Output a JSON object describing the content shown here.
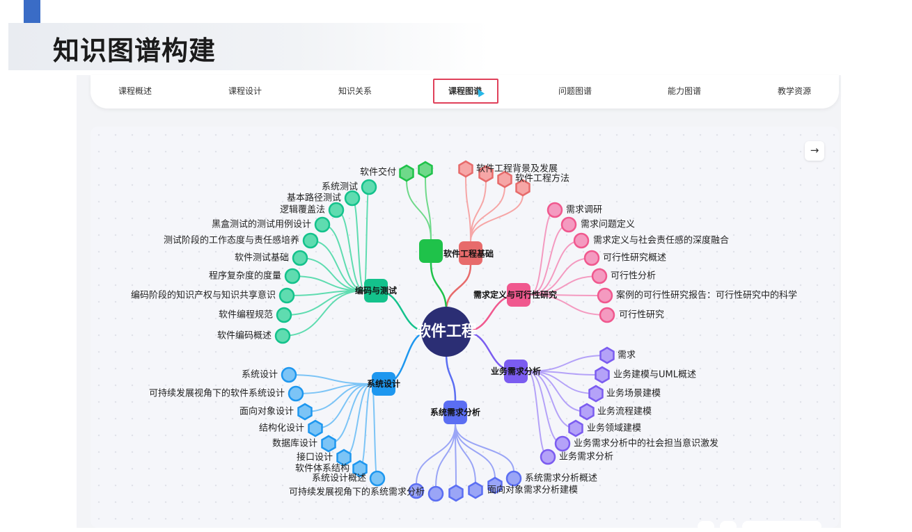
{
  "header": {
    "title": "知识图谱构建"
  },
  "tabs": [
    {
      "label": "课程概述",
      "active": false
    },
    {
      "label": "课程设计",
      "active": false
    },
    {
      "label": "知识关系",
      "active": false
    },
    {
      "label": "课程图谱",
      "active": true
    },
    {
      "label": "问题图谱",
      "active": false
    },
    {
      "label": "能力图谱",
      "active": false
    },
    {
      "label": "教学资源",
      "active": false
    }
  ],
  "toolbar": {
    "expand_icon": "arrow-right-icon",
    "expand_glyph": "→"
  },
  "mindmap": {
    "root": {
      "label": "软件工程",
      "color": "#2b2e74"
    },
    "branches": [
      {
        "label": "软件工程基础",
        "color": "#e76b6b",
        "child_color": "#f6a6a6",
        "shape": "hexagon",
        "children": [
          "软件工程背景及发展",
          "",
          "软件工程方法",
          ""
        ]
      },
      {
        "label": "",
        "color": "#1fc24a",
        "child_color": "#6fd98a",
        "shape": "hexagon",
        "children": [
          "软件交付",
          ""
        ]
      },
      {
        "label": "需求定义与可行性研究",
        "color": "#f0588e",
        "child_color": "#f49ac0",
        "shape": "circle",
        "children": [
          "需求调研",
          "需求问题定义",
          "需求定义与社会责任感的深度融合",
          "可行性研究概述",
          "可行性分析",
          "案例的可行性研究报告：可行性研究中的科学",
          "可行性研究"
        ]
      },
      {
        "label": "编码与测试",
        "color": "#14c28c",
        "child_color": "#5fdcb0",
        "shape": "circle",
        "children": [
          "系统测试",
          "基本路径测试",
          "逻辑覆盖法",
          "黑盒测试的测试用例设计",
          "测试阶段的工作态度与责任感培养",
          "软件测试基础",
          "程序复杂度的度量",
          "编码阶段的知识产权与知识共享意识",
          "软件编程规范",
          "软件编码概述"
        ]
      },
      {
        "label": "业务需求分析",
        "color": "#7b5cf0",
        "child_color": "#b4a2f8",
        "shape": "mixed",
        "children": [
          "需求",
          "业务建模与UML概述",
          "业务场景建模",
          "业务流程建模",
          "业务领域建模",
          "业务需求分析中的社会担当意识激发",
          "业务需求分析"
        ]
      },
      {
        "label": "系统设计",
        "color": "#1e97ef",
        "child_color": "#7cc4f6",
        "shape": "mixed",
        "children": [
          "系统设计",
          "可持续发展视角下的软件系统设计",
          "面向对象设计",
          "结构化设计",
          "数据库设计",
          "接口设计",
          "软件体系结构",
          "系统设计概述"
        ]
      },
      {
        "label": "系统需求分析",
        "color": "#5b6ef2",
        "child_color": "#9aa5f6",
        "shape": "mixed",
        "children": [
          "可持续发展视角下的系统需求分析",
          "",
          "",
          "",
          "面向对象需求分析建模",
          "系统需求分析概述"
        ]
      }
    ]
  }
}
